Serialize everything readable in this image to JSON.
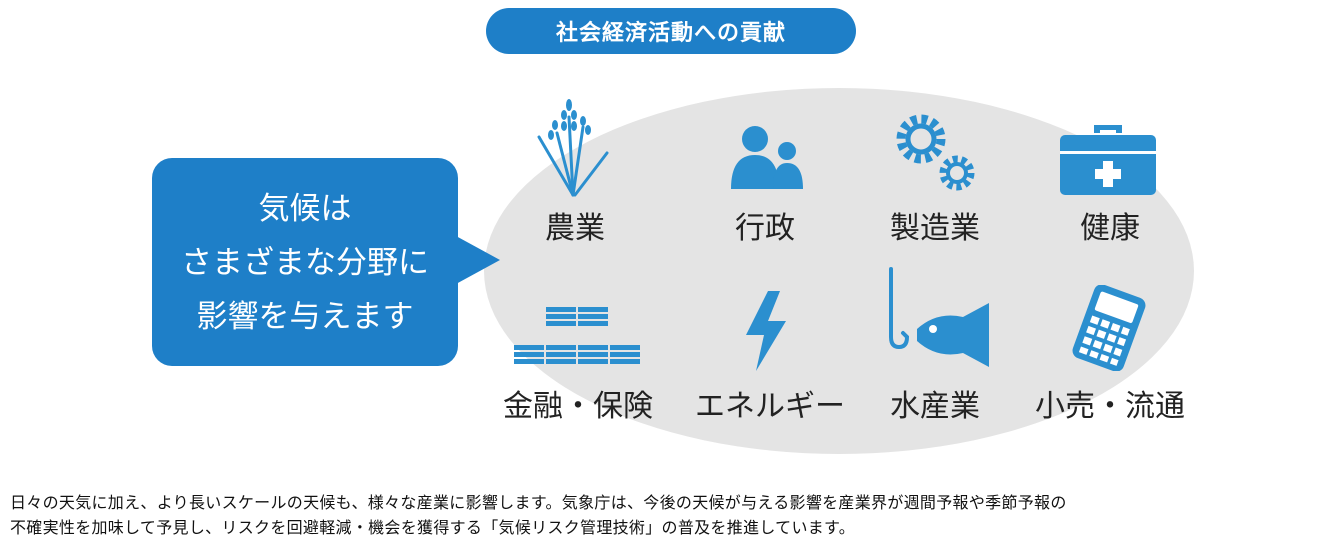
{
  "header": {
    "title": "社会経済活動への貢献"
  },
  "bubble": {
    "lines": [
      "気候は",
      "さまざまな分野に",
      "影響を与えます"
    ]
  },
  "sectors": [
    {
      "label": "農業",
      "icon": "rice-icon"
    },
    {
      "label": "行政",
      "icon": "people-icon"
    },
    {
      "label": "製造業",
      "icon": "gears-icon"
    },
    {
      "label": "健康",
      "icon": "medical-kit-icon"
    },
    {
      "label": "金融・保険",
      "icon": "money-stacks-icon"
    },
    {
      "label": "エネルギー",
      "icon": "lightning-icon"
    },
    {
      "label": "水産業",
      "icon": "fish-hook-icon"
    },
    {
      "label": "小売・流通",
      "icon": "calculator-icon"
    }
  ],
  "caption": {
    "lines": [
      "日々の天気に加え、より長いスケールの天候も、様々な産業に影響します。気象庁は、今後の天候が与える影響を産業界が週間予報や季節予報の",
      "不確実性を加味して予見し、リスクを回避軽減・機会を獲得する「気候リスク管理技術」の普及を推進しています。"
    ]
  },
  "colors": {
    "accent": "#1e7fc8",
    "icon": "#2b8fcf",
    "ellipse": "#e4e4e4"
  }
}
